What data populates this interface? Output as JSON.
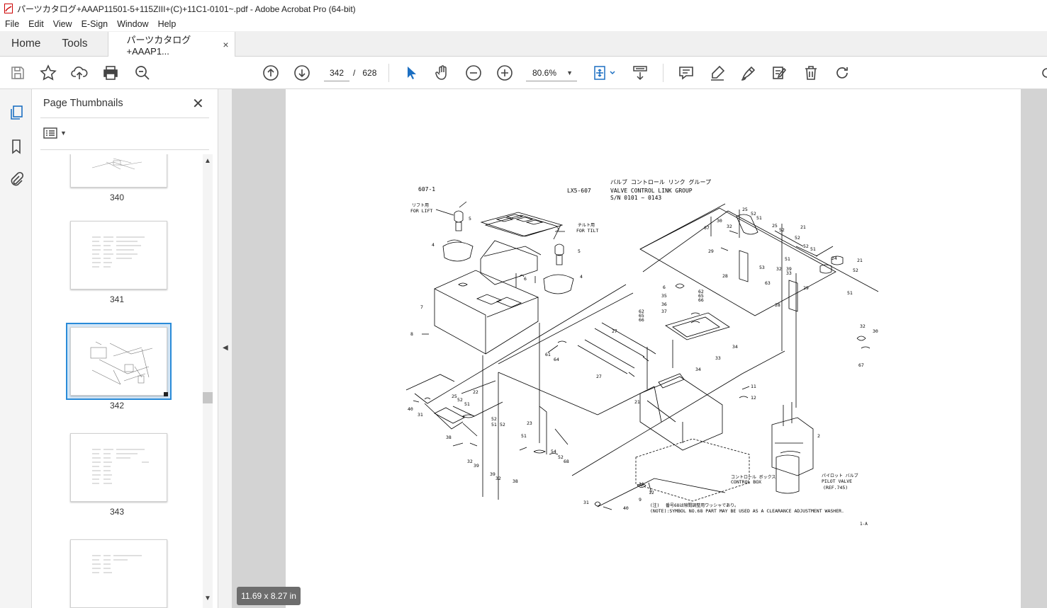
{
  "window": {
    "title": "パーツカタログ+AAAP11501-5+115ZIII+(C)+11C1-0101~.pdf - Adobe Acrobat Pro (64-bit)"
  },
  "menu": [
    "File",
    "Edit",
    "View",
    "E-Sign",
    "Window",
    "Help"
  ],
  "tabs": {
    "home": "Home",
    "tools": "Tools",
    "document": "パーツカタログ+AAAP1...",
    "close_glyph": "×"
  },
  "toolbar": {
    "page_current": "342",
    "page_separator": "/",
    "page_total": "628",
    "zoom": "80.6%"
  },
  "panel": {
    "title": "Page Thumbnails",
    "close_glyph": "✕"
  },
  "thumbnails": [
    {
      "label": "340",
      "selected": false
    },
    {
      "label": "341",
      "selected": false
    },
    {
      "label": "342",
      "selected": true
    },
    {
      "label": "343",
      "selected": false
    },
    {
      "label": "",
      "selected": false
    }
  ],
  "status": {
    "page_size": "11.69 x 8.27 in"
  },
  "drawing": {
    "section": "607-1",
    "code": "LX5-607",
    "title_jp": "バルブ コントロール リンク グループ",
    "title_en": "VALVE CONTROL LINK GROUP",
    "serial": "S/N 0101 ~ 0143",
    "lift_jp": "リフト用",
    "lift_en": "FOR LIFT",
    "tilt_jp": "チルト用",
    "tilt_en": "FOR TILT",
    "control_box_jp": "コントロール ボックス",
    "control_box_en": "CONTROL BOX",
    "pilot_valve_jp": "パイロット バルブ",
    "pilot_valve_en": "PILOT VALVE",
    "pilot_valve_ref": "(REF.745)",
    "note_mark": "(注)",
    "note_jp": "番号68は隙間調整用ワッシャであり。",
    "note_en": "(NOTE):SYMBOL NO.68 PART MAY BE USED AS A CLEARANCE ADJUSTMENT WASHER.",
    "page_ref": "1-A",
    "callouts": [
      "5",
      "3",
      "4",
      "5",
      "4",
      "6",
      "7",
      "8",
      "22",
      "25",
      "52",
      "51",
      "40",
      "31",
      "52",
      "51",
      "52",
      "23",
      "51",
      "54",
      "52",
      "68",
      "38",
      "32",
      "39",
      "39",
      "32",
      "38",
      "31",
      "40",
      "27",
      "61",
      "64",
      "27",
      "34",
      "33",
      "34",
      "21",
      "11",
      "12",
      "2",
      "9",
      "11",
      "12",
      "6",
      "35",
      "36",
      "37",
      "62",
      "65",
      "66",
      "62",
      "65",
      "66",
      "67",
      "30",
      "32",
      "25",
      "52",
      "51",
      "29",
      "28",
      "53",
      "63",
      "25",
      "52",
      "21",
      "29",
      "28",
      "52",
      "51",
      "51",
      "32",
      "33",
      "39",
      "52",
      "24",
      "21",
      "52",
      "51",
      "32",
      "30",
      "67"
    ]
  },
  "colors": {
    "accent": "#2a8bd8",
    "viewer_bg": "#d3d3d3",
    "badge_bg": "#6d6d6d"
  }
}
